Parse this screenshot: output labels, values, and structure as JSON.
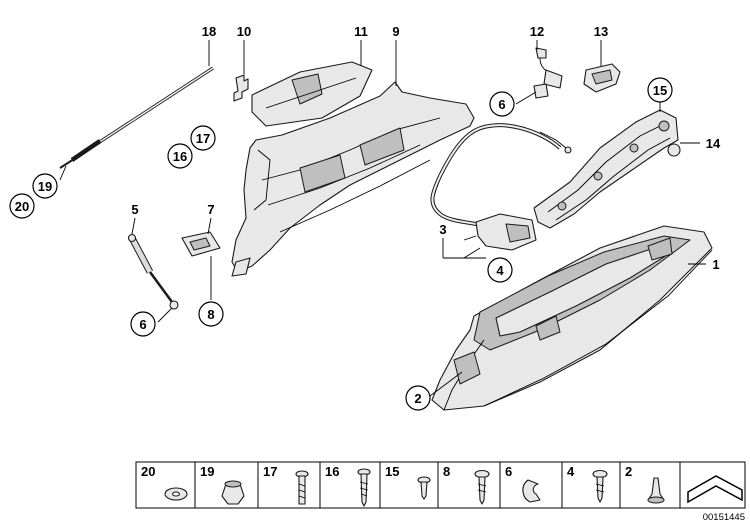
{
  "callouts": {
    "c18": "18",
    "c10": "10",
    "c11": "11",
    "c9": "9",
    "c12": "12",
    "c13": "13",
    "c6a": "6",
    "c15": "15",
    "c14": "14",
    "c17": "17",
    "c16": "16",
    "c19": "19",
    "c20": "20",
    "c5": "5",
    "c7": "7",
    "c3": "3",
    "c4": "4",
    "c1": "1",
    "c6b": "6",
    "c8": "8",
    "c2": "2"
  },
  "legend": {
    "items": [
      "20",
      "19",
      "17",
      "16",
      "15",
      "8",
      "6",
      "4",
      "2"
    ],
    "icons": [
      "washer-icon",
      "clip-nut-icon",
      "bolt-icon",
      "self-tapping-screw-icon",
      "short-screw-icon",
      "screw-icon",
      "spring-clip-icon",
      "screw-icon",
      "plug-icon",
      "arrow-icon"
    ]
  },
  "reference_number": "00151445",
  "colors": {
    "line": "#1a1a1a",
    "fill": "#e8e8e8",
    "shade": "#bfbfbf"
  }
}
